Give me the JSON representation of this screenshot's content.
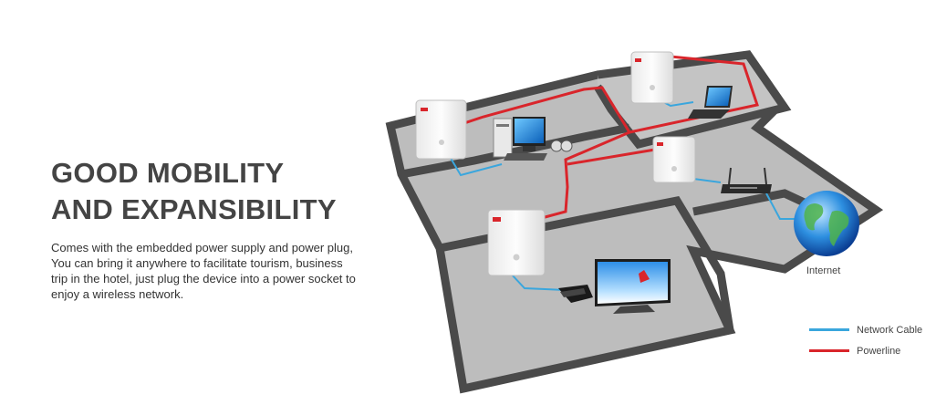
{
  "heading": {
    "line1": "GOOD MOBILITY",
    "line2": "AND EXPANSIBILITY"
  },
  "description": "Comes with the embedded power supply and power plug, You can bring it anywhere to facilitate tourism, business trip in the hotel, just plug the device into a power socket to enjoy a wireless network.",
  "diagram": {
    "internet_label": "Internet",
    "legend": [
      {
        "label": "Network Cable",
        "color": "#3aa6dd"
      },
      {
        "label": "Powerline",
        "color": "#d9252b"
      }
    ],
    "devices": [
      "desktop-computer",
      "laptop",
      "router",
      "tv",
      "set-top-box",
      "globe-icon"
    ],
    "colors": {
      "floor": "#bdbdbd",
      "wall": "#4a4a4a",
      "adapter": "#f4f4f4",
      "network_cable": "#3aa6dd",
      "powerline": "#d9252b"
    }
  }
}
